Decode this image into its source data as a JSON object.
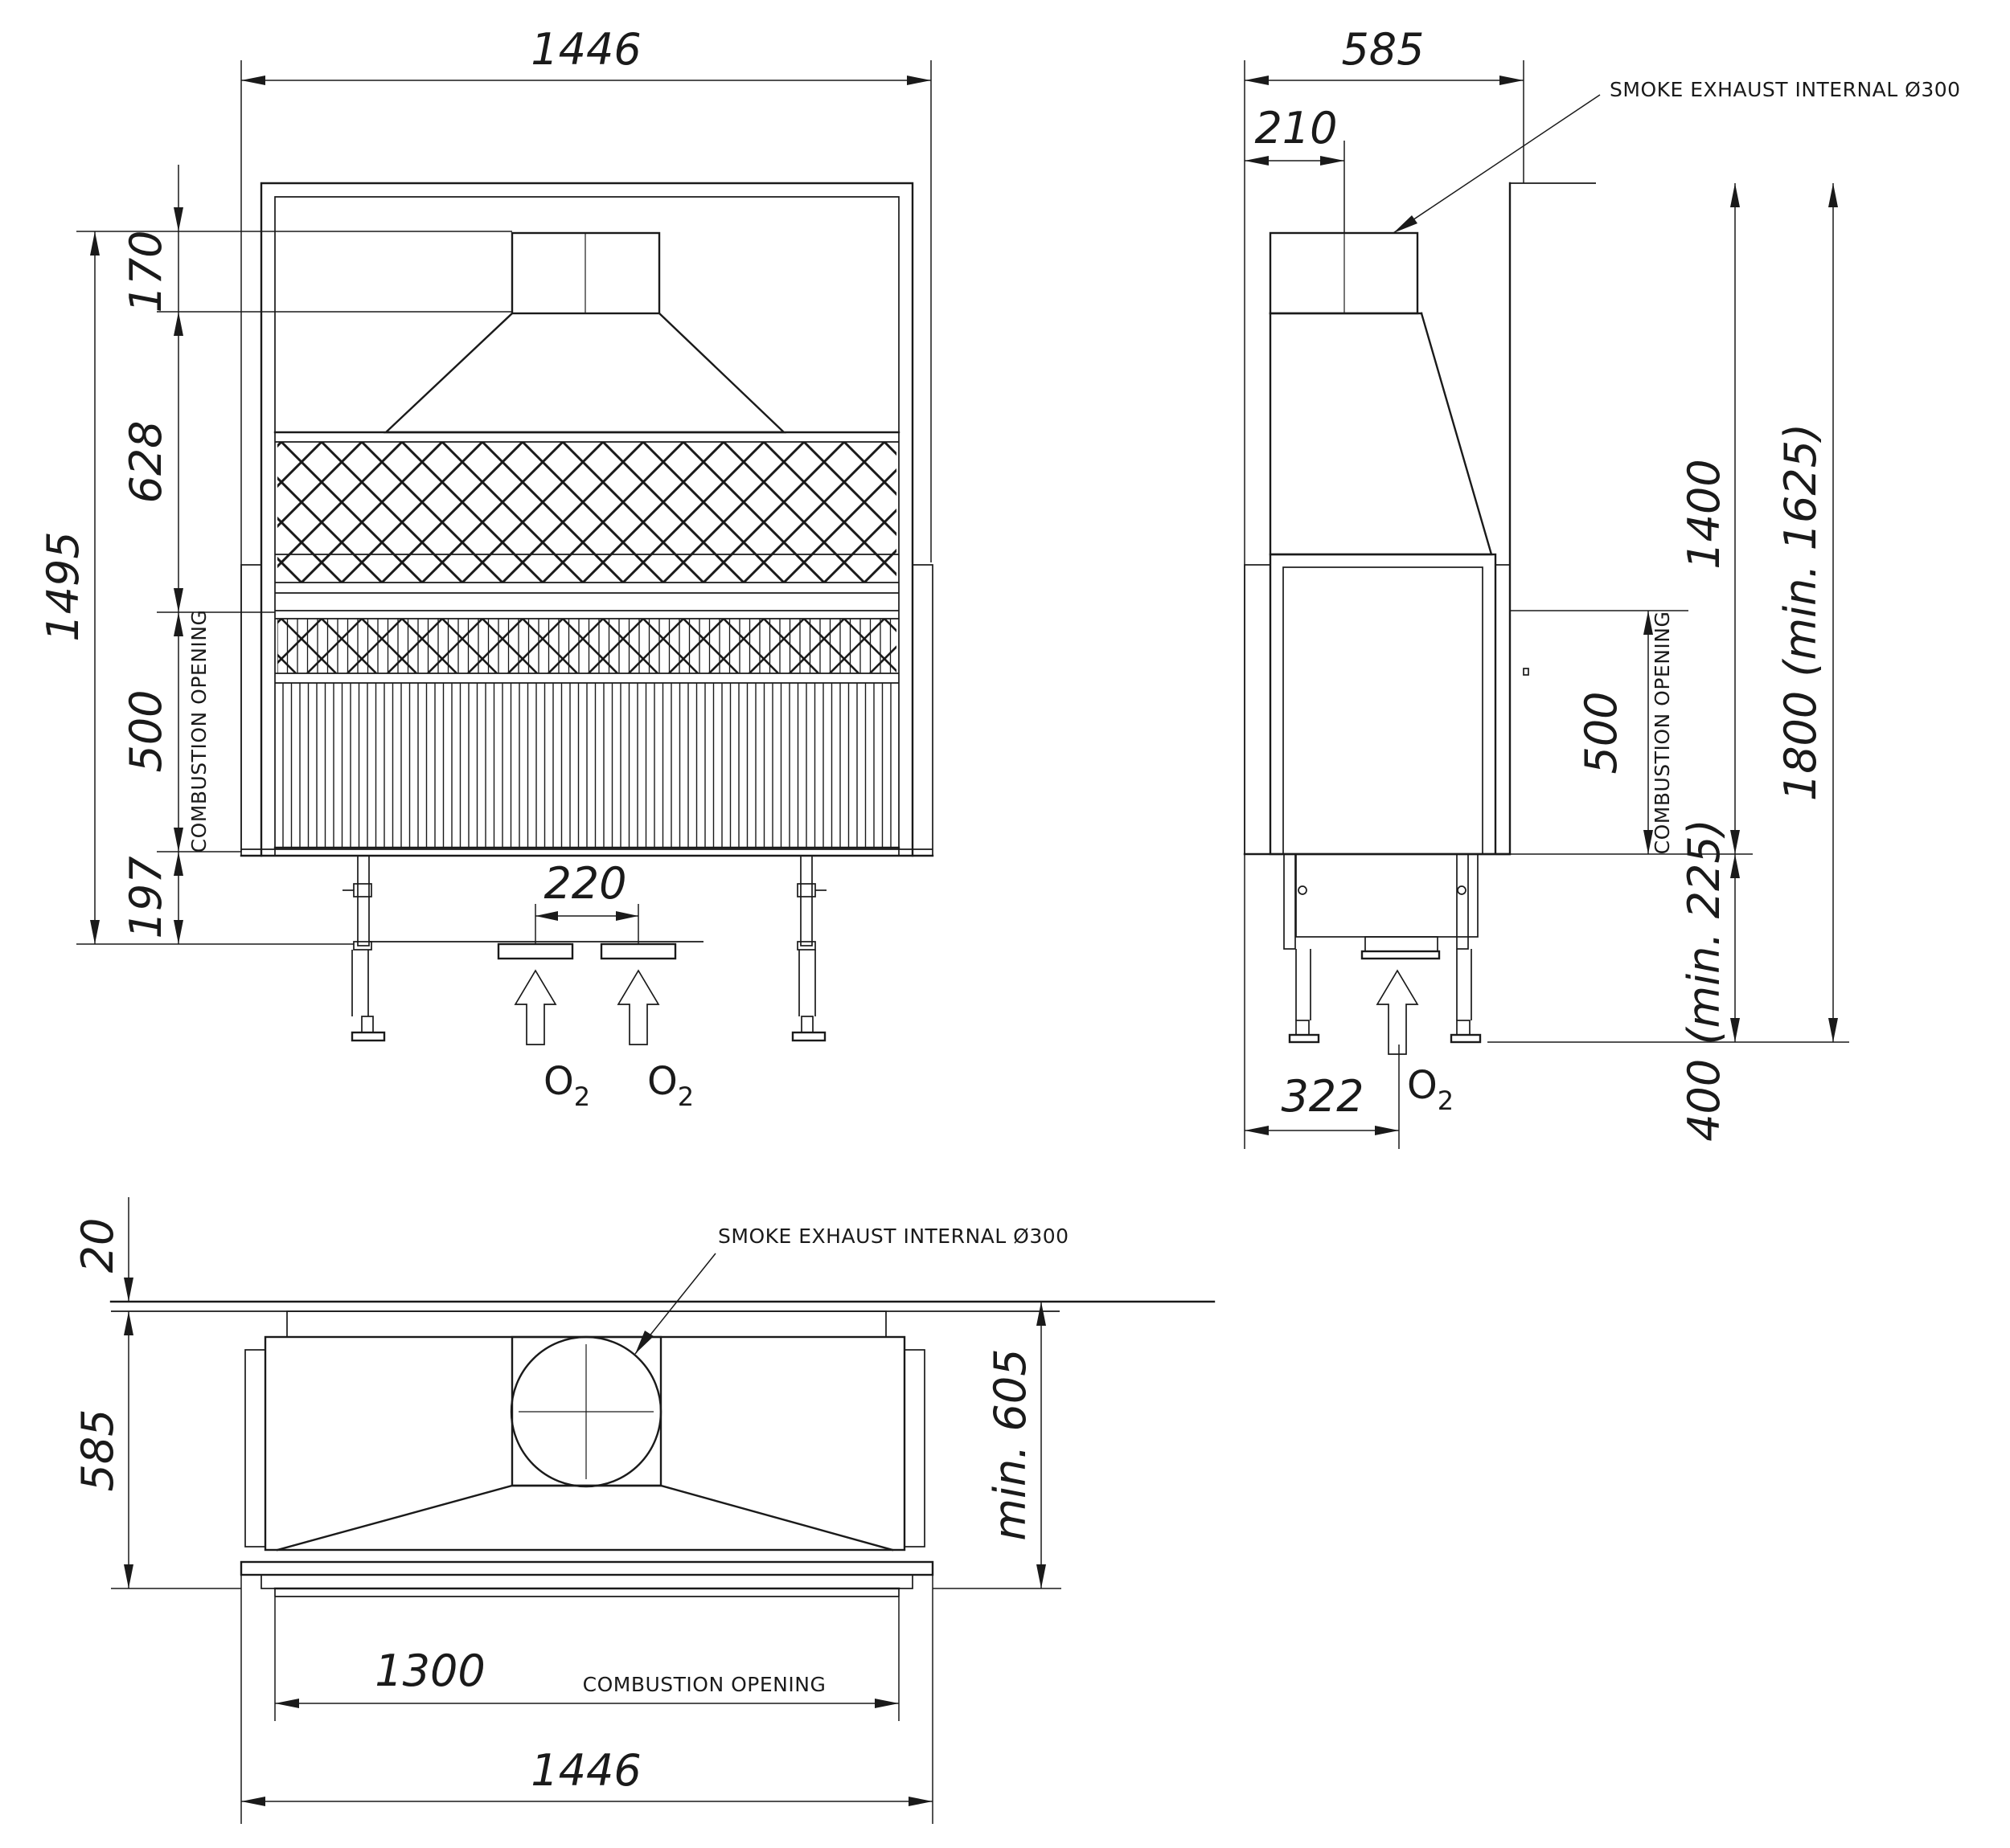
{
  "front_view": {
    "width_top": "1446",
    "height_total": "1495",
    "height_flue": "170",
    "height_hood": "628",
    "height_opening": "500",
    "height_legs": "197",
    "inlet_spacing": "220",
    "opening_note": "COMBUSTION OPENING",
    "o2_label": "O",
    "o2_sub": "2"
  },
  "side_view": {
    "depth": "585",
    "flue_offset": "210",
    "flue_note": "SMOKE EXHAUST INTERNAL Ø300",
    "height_body": "1400",
    "height_total": "1800 (min. 1625)",
    "height_opening": "500",
    "height_legs": "400 (min. 225)",
    "inlet_offset": "322",
    "opening_note": "COMBUSTION OPENING",
    "o2_label": "O",
    "o2_sub": "2"
  },
  "top_view": {
    "wall_gap": "20",
    "depth": "585",
    "min_depth": "min. 605",
    "flue_note": "SMOKE EXHAUST INTERNAL Ø300",
    "opening_width": "1300",
    "opening_note": "COMBUSTION OPENING",
    "width_bottom": "1446"
  }
}
